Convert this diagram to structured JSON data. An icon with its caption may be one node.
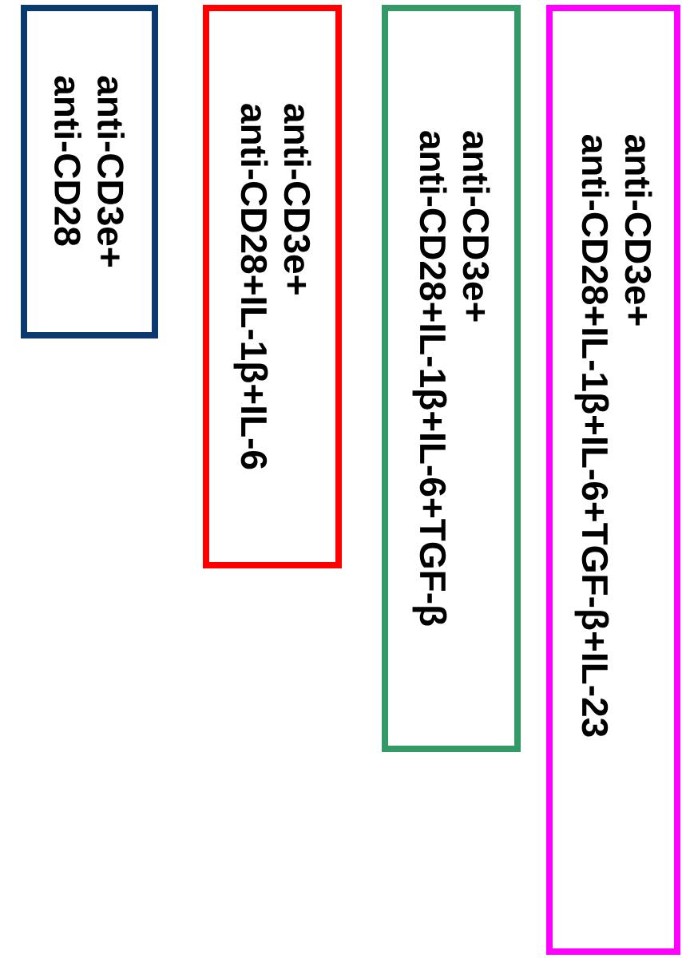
{
  "diagram": {
    "nodes": [
      {
        "text": [
          "anti-CD3e+",
          "anti-CD28"
        ]
      },
      {
        "text": [
          "anti-CD3e+",
          "anti-CD28+IL-1β+IL-6"
        ]
      },
      {
        "text": [
          "anti-CD3e+",
          "anti-CD28+IL-1β+IL-6+TGF-β"
        ]
      },
      {
        "text": [
          "anti-CD3e+",
          "anti-CD28+IL-1β+IL-6+TGF-β+IL-23"
        ]
      }
    ]
  }
}
